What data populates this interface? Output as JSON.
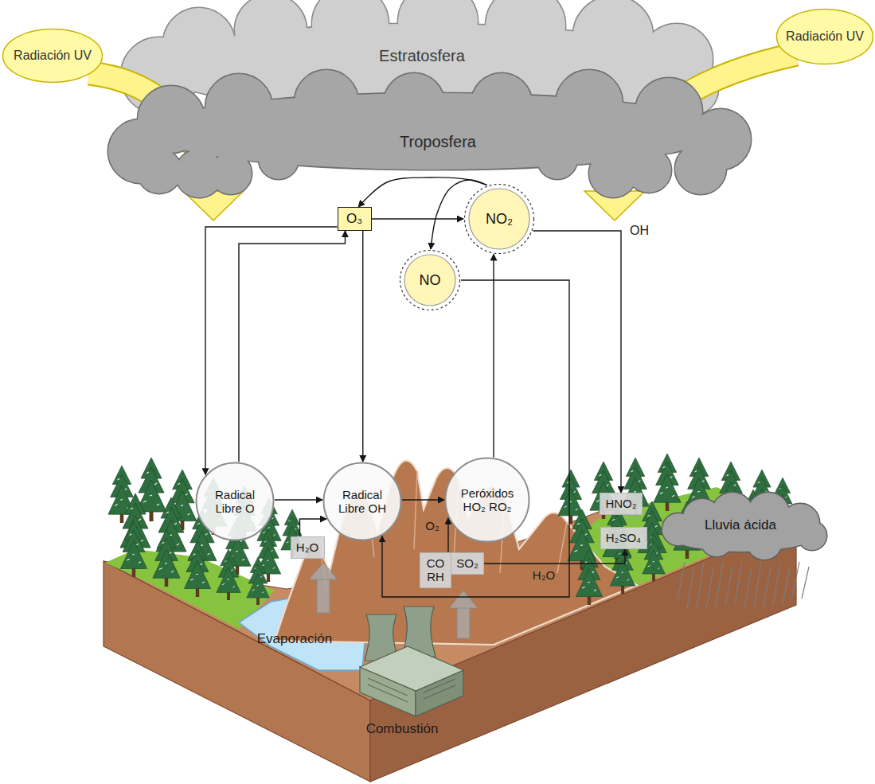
{
  "diagram": {
    "nodes": [
      {
        "text": [
          "Radiación UV"
        ]
      },
      {
        "text": [
          "Radiación UV"
        ]
      },
      {
        "text": [
          "Estratosfera"
        ]
      },
      {
        "text": [
          "Troposfera"
        ]
      },
      {
        "text": [
          "O₃"
        ]
      },
      {
        "text": [
          "NO₂"
        ]
      },
      {
        "text": [
          "NO"
        ]
      },
      {
        "text": [
          "Radical Libre O"
        ]
      },
      {
        "text": [
          "Radical Libre OH"
        ]
      },
      {
        "text": [
          "Peróxidos HO₂ RO₂"
        ]
      },
      {
        "text": [
          "HNO₂"
        ]
      },
      {
        "text": [
          "H₂O"
        ]
      },
      {
        "text": [
          "CO RH"
        ]
      },
      {
        "text": [
          "SO₂"
        ]
      },
      {
        "text": [
          "H₂SO₄"
        ]
      },
      {
        "text": [
          "Lluvia ácida"
        ]
      }
    ],
    "edges": [
      {
        "from": 4,
        "to": 5,
        "arrow": "to"
      },
      {
        "from": 5,
        "to": 4,
        "arrow": "to"
      },
      {
        "from": 5,
        "to": 6,
        "arrow": "to"
      },
      {
        "from": 4,
        "to": 7,
        "arrow": "to"
      },
      {
        "from": 7,
        "to": 4,
        "arrow": "to"
      },
      {
        "from": 4,
        "to": 8,
        "arrow": "to"
      },
      {
        "from": 7,
        "to": 8,
        "arrow": "to"
      },
      {
        "from": 11,
        "to": 8,
        "arrow": "to"
      },
      {
        "from": 8,
        "to": 9,
        "arrow": "to"
      },
      {
        "from": 9,
        "to": 5,
        "arrow": "to"
      },
      {
        "from": 6,
        "to": 8,
        "arrow": "to"
      },
      {
        "from": 12,
        "to": 9,
        "arrow": "to"
      },
      {
        "from": 5,
        "to": 10,
        "label": "OH",
        "arrow": "to"
      },
      {
        "from": 13,
        "to": 14,
        "arrow": "to"
      }
    ],
    "labels": [
      "O₂",
      "H₂O",
      "Evaporación",
      "Combustión"
    ]
  }
}
